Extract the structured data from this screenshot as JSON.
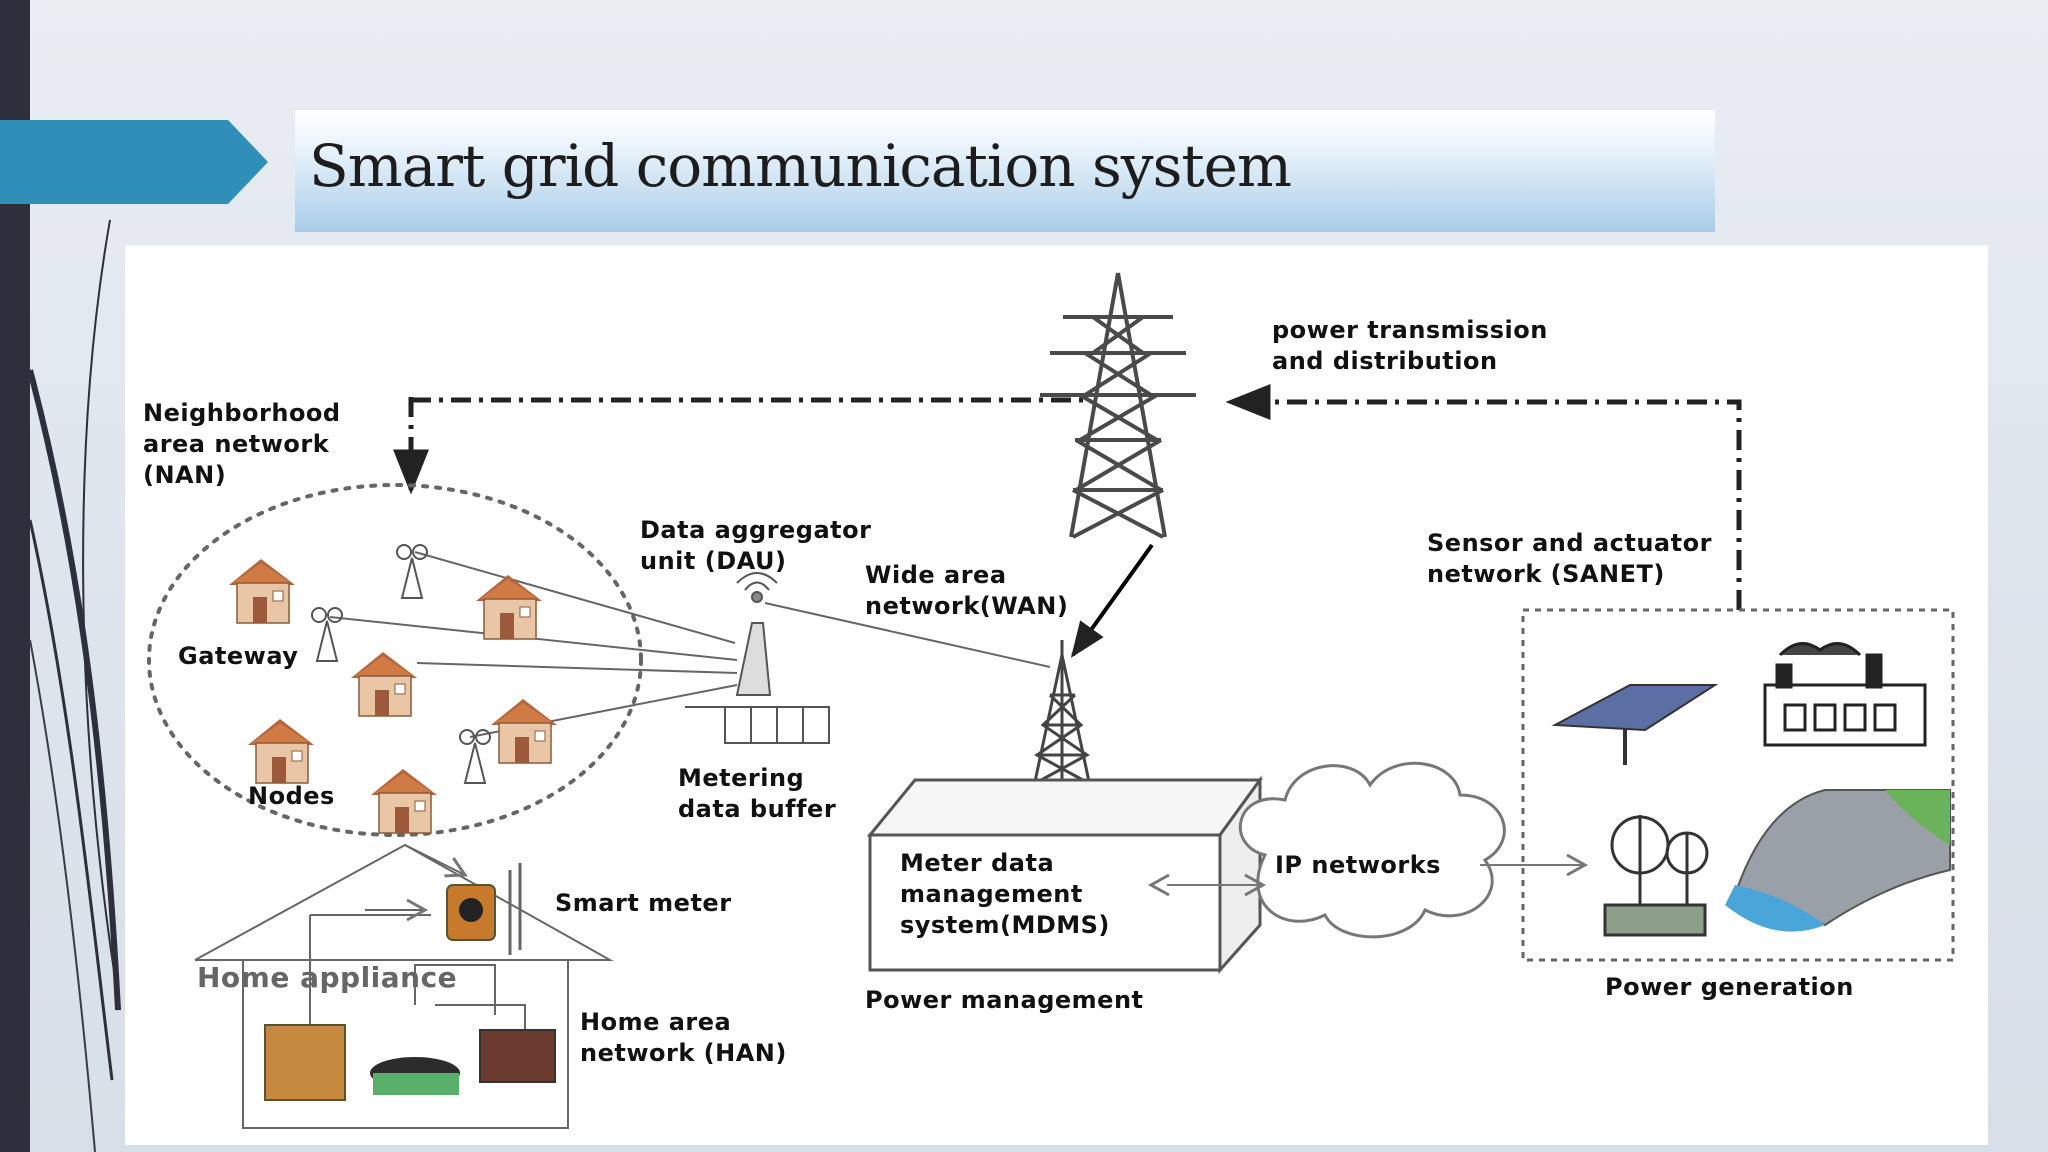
{
  "slide": {
    "title": "Smart grid communication system"
  },
  "diagram": {
    "labels": {
      "power_transmission": "power transmission\nand distribution",
      "nan": "Neighborhood\narea network\n(NAN)",
      "dau": "Data aggregator\nunit (DAU)",
      "wan": "Wide area\nnetwork(WAN)",
      "sanet": "Sensor and actuator\nnetwork (SANET)",
      "gateway": "Gateway",
      "nodes": "Nodes",
      "metering_buffer": "Metering\ndata buffer",
      "mdms": "Meter data\nmanagement\nsystem(MDMS)",
      "ip_networks": "IP networks",
      "smart_meter": "Smart meter",
      "home_appliance": "Home appliance",
      "han": "Home area\nnetwork (HAN)",
      "power_management": "Power management",
      "power_generation": "Power generation"
    }
  },
  "colors": {
    "accent": "#2f8fb8",
    "sidebar": "#2e2f3d",
    "house_roof": "#b5653a"
  }
}
